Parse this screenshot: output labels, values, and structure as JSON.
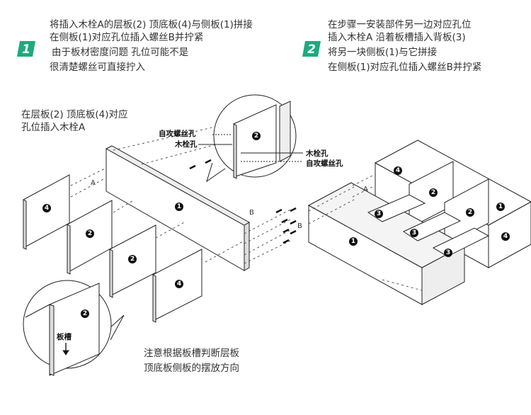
{
  "step1": {
    "badge": "1",
    "lines": [
      "将插入木栓A的层板(2) 顶底板(4)与侧板(1)拼接",
      "在侧板(1)对应孔位插入螺丝B并拧紧",
      "由于板材密度问题 孔位可能不是",
      "很清楚螺丝可直接拧入"
    ]
  },
  "step2": {
    "badge": "2",
    "lines": [
      "在步骤一安装部件另一边对应孔位",
      "插入木栓A 沿着板槽插入背板(3)",
      "将另一块侧板(1)与它拼接",
      "在侧板(1)对应孔位插入螺丝B并拧紧"
    ]
  },
  "left_note": [
    "在层板(2) 顶底板(4)对应",
    "孔位插入木栓A"
  ],
  "bottom_note": [
    "注意根据板槽判断层板",
    "顶底板侧板的摆放方向"
  ],
  "callout_top": {
    "label_screw_hole": "自攻螺丝孔",
    "label_dowel_hole": "木栓孔",
    "label_dowel_hole_2": "木栓孔",
    "label_screw_hole_2": "自攻螺丝孔",
    "panel_number": "2"
  },
  "callout_bottom": {
    "panel_number": "2",
    "groove_label": "板槽"
  },
  "labels": {
    "a_left": "A",
    "b_left": "B",
    "a_right": "A",
    "b_right": "B"
  },
  "panels_left": {
    "p4_top": "4",
    "p2_a": "2",
    "p1": "1",
    "p2_b": "2",
    "p4_bottom": "4"
  },
  "panels_right": {
    "p4_back": "4",
    "p2_a": "2",
    "p2_b": "2",
    "p1_right": "1",
    "p3_a": "3",
    "p3_b": "3",
    "p3_c": "3",
    "p1_front": "1",
    "p4_right": "4"
  },
  "colors": {
    "badge": "#1fa97f",
    "line": "#222222",
    "text": "#333333"
  }
}
